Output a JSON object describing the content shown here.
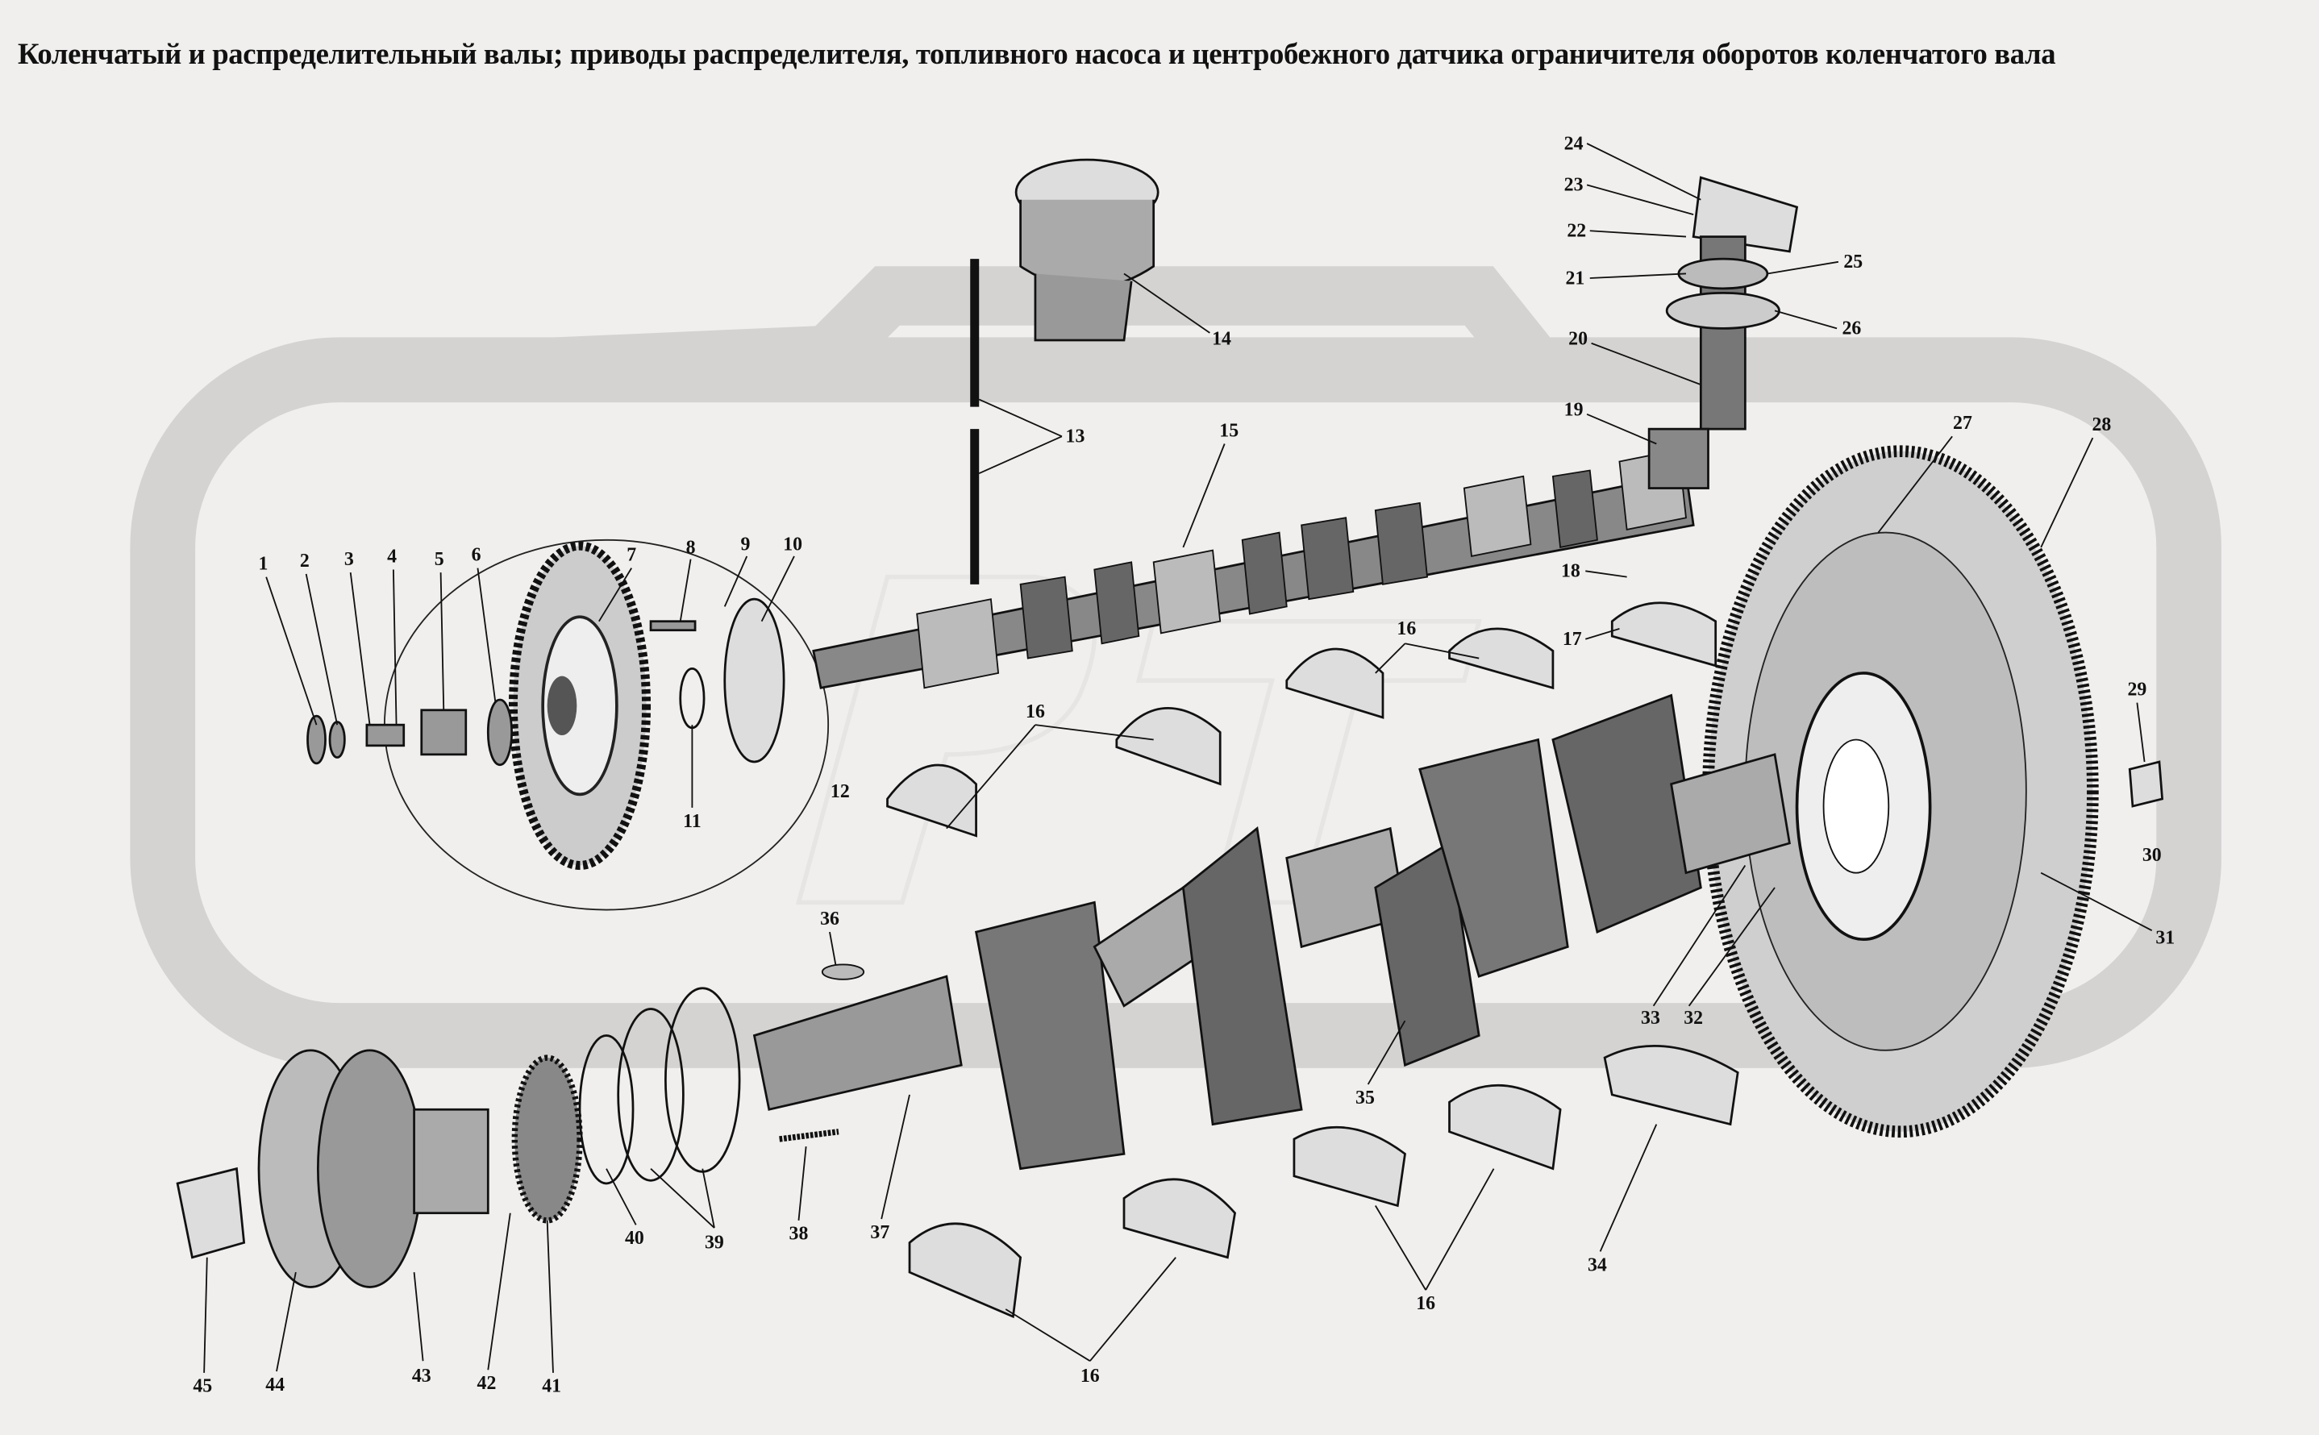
{
  "title": "Коленчатый и распределительный валы; приводы распределителя, топливного насоса и центробежного датчика ограничителя оборотов коленчатого вала",
  "watermark": "PTZ",
  "colors": {
    "background": "#f0efee",
    "watermark": "#d4d3d2",
    "ink": "#111111"
  },
  "callouts": [
    "1",
    "2",
    "3",
    "4",
    "5",
    "6",
    "7",
    "8",
    "9",
    "10",
    "11",
    "12",
    "13",
    "14",
    "15",
    "16",
    "16",
    "17",
    "18",
    "19",
    "20",
    "21",
    "22",
    "23",
    "24",
    "25",
    "26",
    "27",
    "28",
    "29",
    "30",
    "31",
    "32",
    "33",
    "34",
    "35",
    "36",
    "37",
    "38",
    "39",
    "40",
    "41",
    "42",
    "43",
    "44",
    "45",
    "16",
    "16"
  ]
}
